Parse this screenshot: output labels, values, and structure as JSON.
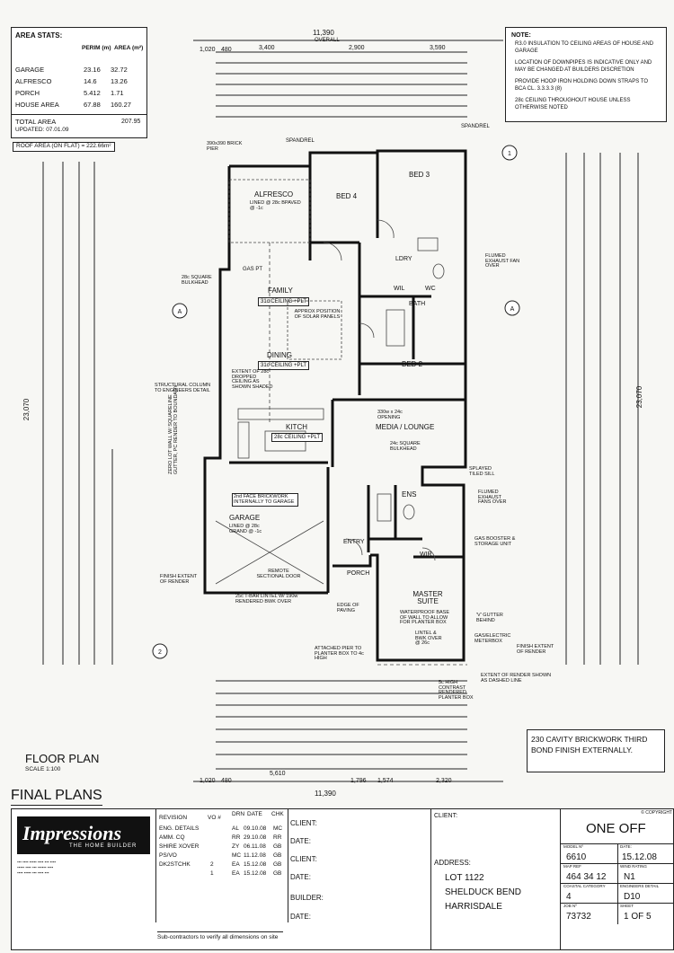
{
  "area_stats": {
    "title": "AREA STATS:",
    "columns": [
      "PERIM (m)",
      "AREA (m²)"
    ],
    "rows": [
      {
        "name": "GARAGE",
        "perim": "23.16",
        "area": "32.72"
      },
      {
        "name": "ALFRESCO",
        "perim": "14.6",
        "area": "13.26"
      },
      {
        "name": "PORCH",
        "perim": "5.412",
        "area": "1.71"
      },
      {
        "name": "HOUSE AREA",
        "perim": "67.88",
        "area": "160.27"
      }
    ],
    "total_label": "TOTAL AREA",
    "total_value": "207.95",
    "updated": "UPDATED:     07.01.09",
    "roof_area": "ROOF AREA (ON FLAT) = 222.66m²"
  },
  "notes": {
    "title": "NOTE:",
    "items": [
      "R3.0 INSULATION TO CEILING AREAS OF HOUSE AND GARAGE",
      "LOCATION OF DOWNPIPES IS INDICATIVE ONLY AND MAY BE CHANGED AT BUILDERS DISCRETION",
      "PROVIDE HOOP IRON HOLDING DOWN STRAPS TO BCA CL. 3.3.3.3 (8)",
      "28c CEILING THROUGHOUT HOUSE UNLESS OTHERWISE NOTED"
    ]
  },
  "plan": {
    "overall_top": "11,390",
    "overall_label": "OVERALL",
    "overall_bottom": "11,390",
    "left_overall": "23,070",
    "right_overall": "23,070",
    "top_dims": [
      "1,020",
      "480",
      "3,400",
      "2,900",
      "3,590"
    ],
    "bottom_dims": [
      "1,020",
      "480",
      "5,610",
      "1,796",
      "1,574",
      "2,320"
    ],
    "rooms": {
      "alfresco": "ALFRESCO",
      "bed4": "BED 4",
      "bed3": "BED 3",
      "family": "FAMILY",
      "dining": "DINING",
      "bed2": "BED 2",
      "ldry": "LDRY",
      "bath": "BATH",
      "wil": "WIL",
      "wc": "WC",
      "kitch": "KITCH",
      "media": "MEDIA / LOUNGE",
      "garage": "GARAGE",
      "entry": "ENTRY",
      "porch": "PORCH",
      "ens": "ENS",
      "wir": "WIR",
      "master": "MASTER SUITE"
    },
    "notes": {
      "alfresco_ceiling": "LINED @ 28c BPAVED @ -1c",
      "family_ceiling": "31c CEILING +PLT",
      "dining_ceiling": "31c CEILING +PLT",
      "kitch_ceiling": "28c CEILING +PLT",
      "solar": "APPROX POSITION OF SOLAR PANELS",
      "structural_column": "STRUCTURAL COLUMN TO ENGINEERS DETAIL",
      "extent": "EXTENT OF 28c DROPPED CEILING AS SHOWN SHADED",
      "brick_pier": "390x390 BRICK PIER",
      "spandrel": "SPANDREL",
      "gas_pt": "GAS PT",
      "bulkhead": "28c SQUARE BULKHEAD",
      "flumed_exhaust": "FLUMED EXHAUST FAN OVER",
      "media_bulkhead": "24c SQUARE BULKHEAD",
      "opening": "330w x 24c OPENING",
      "splayed": "SPLAYED TILED SILL",
      "flumed_exhaust2": "FLUMED EXHAUST FANS OVER",
      "gas_booster": "GAS BOOSTER & STORAGE UNIT",
      "brickwork": "2nd FACE BRICKWORK INTERNALLY TO GARAGE",
      "garage_lined": "LINED @ 28c GRAND @ -1c",
      "remote": "REMOTE SECTIONAL DOOR",
      "lintel": "25c T-BAR LINTEL W/ 190w RENDERED BWK OVER",
      "finish_render": "FINISH EXTENT OF RENDER",
      "edge_paving": "EDGE OF PAVING",
      "waterproof": "WATERPROOF BASE OF WALL TO ALLOW FOR PLANTER BOX",
      "lintel2": "LINTEL & BWK OVER @ 26c",
      "v_gutter": "'V' GUTTER BEHIND",
      "meterbox": "GAS/ELECTRIC METERBOX",
      "finish_render2": "FINISH EXTENT OF RENDER",
      "render_dashed": "EXTENT OF RENDER SHOWN AS DASHED LINE",
      "attached_pier": "ATTACHED PIER TO PLANTER BOX TO 4c HIGH",
      "planter": "5c HIGH CONTRAST RENDERED PLANTER BOX",
      "zero_lot": "ZERO LOT WALL W/ SQUARELINE GUTTER, PC RENDER TO BOUNDARY"
    }
  },
  "cavity_note": "230 CAVITY BRICKWORK THIRD BOND FINISH EXTERNALLY.",
  "floor_plan": {
    "title": "FLOOR PLAN",
    "scale": "SCALE 1:100"
  },
  "final_plans": "FINAL PLANS",
  "title_block": {
    "brand": "Impressions",
    "brand_tag": "THE HOME BUILDER",
    "revisions_header": [
      "REVISION",
      "VO #",
      "DRN",
      "DATE",
      "CHK"
    ],
    "revisions": [
      [
        "ENG. DETAILS",
        "",
        "AL",
        "09.10.08",
        "MC"
      ],
      [
        "AMM. CQ",
        "",
        "RR",
        "29.10.08",
        "RR"
      ],
      [
        "SHIRE XOVER",
        "",
        "ZY",
        "06.11.08",
        "GB"
      ],
      [
        "PS/VO",
        "",
        "MC",
        "11.12.08",
        "GB"
      ],
      [
        "DK2STCHK",
        "2",
        "EA",
        "15.12.08",
        "GB"
      ],
      [
        "",
        "1",
        "EA",
        "15.12.08",
        "GB"
      ]
    ],
    "client_label": "CLIENT:",
    "date_label": "DATE:",
    "builder_label": "BUILDER:",
    "address_label": "ADDRESS:",
    "address_lines": [
      "LOT 1122",
      "SHELDUCK BEND",
      "HARRISDALE"
    ],
    "subcontractors": "Sub-contractors to verify all dimensions on site",
    "project": "ONE OFF",
    "copyright": "© COPYRIGHT",
    "model_label": "MODEL Nº",
    "model": "6610",
    "date_value": "15.12.08",
    "map_ref_label": "MAP REF",
    "map_ref": "464 34 12",
    "wind_label": "WIND RATING",
    "wind": "N1",
    "coastal_label": "COASTAL CATEGORY",
    "coastal": "4",
    "eng_label": "ENGINEERS DETAIL",
    "eng": "D10",
    "job_label": "JOB Nº",
    "job": "73732",
    "sheet_label": "SHEET",
    "sheet": "1 OF 5"
  }
}
